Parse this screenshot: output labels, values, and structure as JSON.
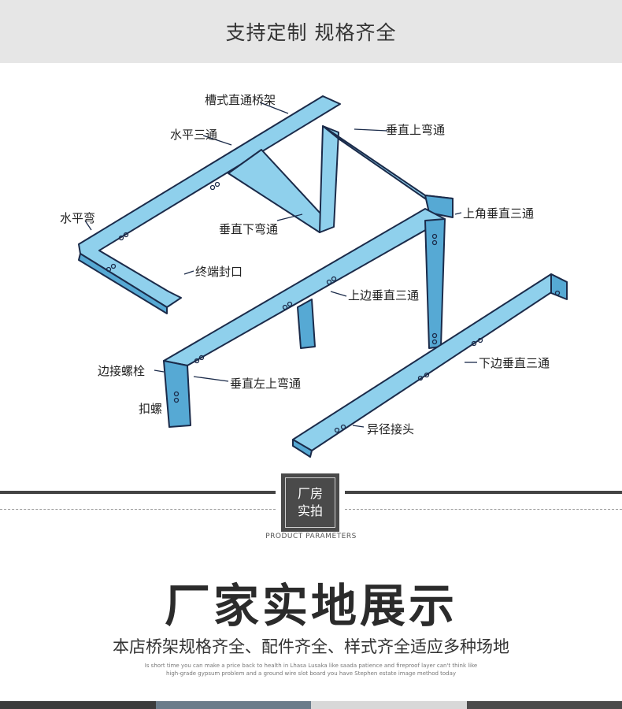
{
  "header": {
    "title": "支持定制  规格齐全"
  },
  "diagram": {
    "labels": {
      "cao_shi": "槽式直通桥架",
      "shui_ping_san_tong": "水平三通",
      "shui_ping_wan": "水平弯",
      "chui_zhi_xia_wan_tong": "垂直下弯通",
      "zhong_duan_feng_kou": "终端封口",
      "chui_zhi_shang_wan_tong": "垂直上弯通",
      "shang_jiao_chui_zhi_san_tong": "上角垂直三通",
      "shang_bian_chui_zhi_san_tong": "上边垂直三通",
      "bian_jie_luo_shuan": "边接螺栓",
      "kou_luo": "扣螺",
      "chui_zhi_zuo_shang_wan_tong": "垂直左上弯通",
      "xia_bian_chui_zhi_san_tong": "下边垂直三通",
      "yi_jing_jie_tou": "异径接头"
    }
  },
  "section": {
    "badge_line1": "厂房",
    "badge_line2": "实拍",
    "badge_sub": "PRODUCT PARAMETERS",
    "title": "厂家实地展示",
    "subtitle": "本店桥架规格齐全、配件齐全、样式齐全适应多种场地",
    "english_line1": "Is short time you can make a price back to health in Lhasa Lusaka like saada patience and fireproof layer can't think like",
    "english_line2": "high-grade gypsum problem and a ground wire slot board you have Stephen estate image method today"
  },
  "colors": {
    "header_bg": "#e6e6e6",
    "tray_top": "#8fd0ec",
    "tray_side": "#56a9d4",
    "outline": "#1b2b4a",
    "badge_bg": "#4a4a4a"
  }
}
